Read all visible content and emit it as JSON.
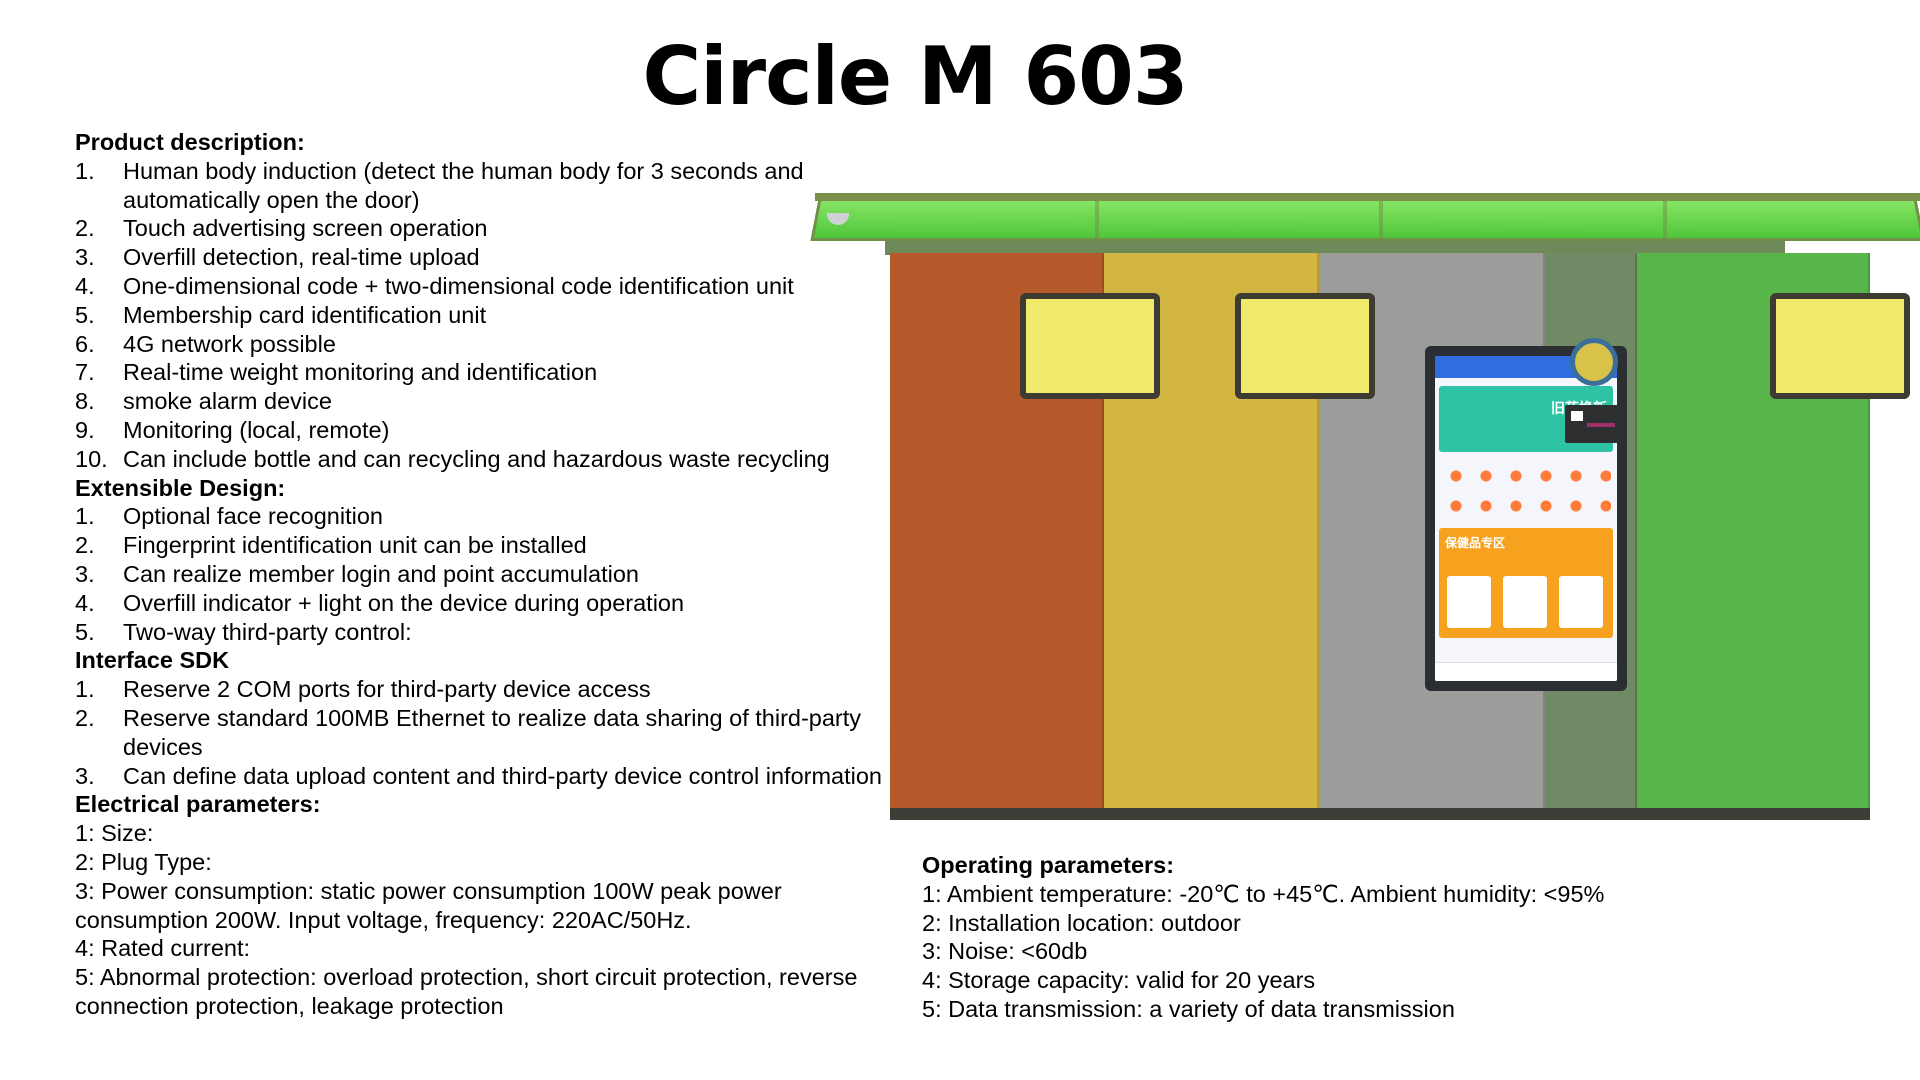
{
  "title": "Circle M 603",
  "product_description": {
    "heading": "Product description:",
    "items": [
      {
        "num": "1.",
        "text": "Human body induction (detect the human body for 3 seconds and automatically open the door)"
      },
      {
        "num": "2.",
        "text": "Touch advertising screen operation"
      },
      {
        "num": "3.",
        "text": "Overfill detection, real-time upload"
      },
      {
        "num": "4.",
        "text": "One-dimensional code + two-dimensional code identification unit"
      },
      {
        "num": "5.",
        "text": "Membership card identification unit"
      },
      {
        "num": "6.",
        "text": "4G network possible"
      },
      {
        "num": "7.",
        "text": "Real-time weight monitoring and identification"
      },
      {
        "num": "8.",
        "text": "smoke alarm device"
      },
      {
        "num": "9.",
        "text": "Monitoring (local, remote)"
      },
      {
        "num": "10.",
        "text": "Can include bottle and can recycling and hazardous waste recycling"
      }
    ]
  },
  "extensible_design": {
    "heading": "Extensible Design:",
    "items": [
      {
        "num": "1.",
        "text": "Optional face recognition"
      },
      {
        "num": "2.",
        "text": "Fingerprint identification unit can be installed"
      },
      {
        "num": "3.",
        "text": "Can realize member login and point accumulation"
      },
      {
        "num": "4.",
        "text": "Overfill indicator + light on the device during operation"
      },
      {
        "num": "5.",
        "text": "Two-way third-party control:"
      }
    ]
  },
  "interface_sdk": {
    "heading": "Interface SDK",
    "items": [
      {
        "num": "1.",
        "text": "Reserve 2 COM ports for third-party device access"
      },
      {
        "num": "2.",
        "text": "Reserve standard 100MB Ethernet to realize data sharing of third-party devices"
      },
      {
        "num": "3.",
        "text": "Can define data upload content and third-party device control information"
      }
    ]
  },
  "electrical_parameters": {
    "heading": "Electrical parameters:",
    "lines": [
      "1: Size:",
      "2: Plug Type:",
      "3: Power consumption: static power consumption 100W peak power consumption 200W. Input voltage, frequency: 220AC/50Hz.",
      "4: Rated current:",
      "5: Abnormal protection: overload protection, short circuit protection, reverse connection protection, leakage protection"
    ]
  },
  "operating_parameters": {
    "heading": "Operating parameters:",
    "lines": [
      "1: Ambient temperature: -20℃ to +45℃. Ambient humidity: <95%",
      "2: Installation location: outdoor",
      "3: Noise: <60db",
      "4: Storage capacity: valid for 20 years",
      "5: Data transmission: a variety of data transmission"
    ]
  },
  "kiosk_screen": {
    "banner_text": "旧药换新",
    "promo_text": "保健品专区"
  },
  "colors": {
    "orange_panel": "#b65a2c",
    "yellow_panel": "#d3b543",
    "gray_panel": "#9c9c9a",
    "green_panel": "#58b54a",
    "roof": "#8ee86a"
  }
}
